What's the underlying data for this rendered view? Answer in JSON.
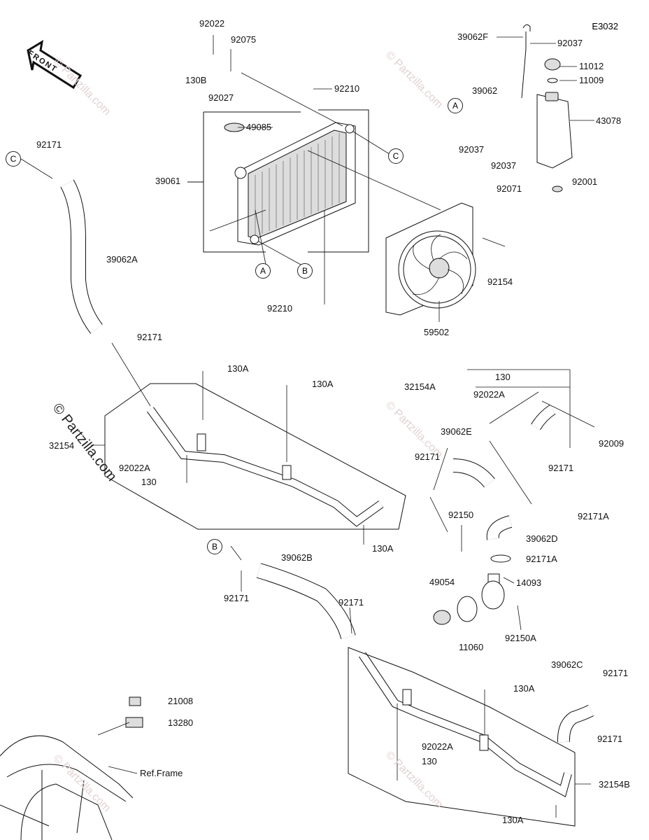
{
  "diagram_code": "E3032",
  "front_label": "FRONT",
  "ref_frame_label": "Ref.Frame",
  "watermark": "© Partzilla.com",
  "callouts": {
    "A1": "A",
    "B1": "B",
    "C1": "C",
    "C2": "C",
    "A2": "A",
    "B2": "B"
  },
  "parts": {
    "p92022": "92022",
    "p92075": "92075",
    "p130B": "130B",
    "p92027": "92027",
    "p92210a": "92210",
    "p49085": "49085",
    "p39061": "39061",
    "p92210b": "92210",
    "p59502": "59502",
    "p92154": "92154",
    "p39062F": "39062F",
    "p92037a": "92037",
    "p11012": "11012",
    "p11009": "11009",
    "p39062": "39062",
    "p43078": "43078",
    "p92037b": "92037",
    "p92037c": "92037",
    "p92071": "92071",
    "p92001": "92001",
    "p92171a": "92171",
    "p39062A": "39062A",
    "p92171b": "92171",
    "p130Aa": "130A",
    "p130Ab": "130A",
    "p32154": "32154",
    "p92022Aa": "92022A",
    "p130a": "130",
    "p130Ac": "130A",
    "p32154A": "32154A",
    "p130b": "130",
    "p92022Ab": "92022A",
    "p39062E": "39062E",
    "p92009": "92009",
    "p92171c": "92171",
    "p92171d": "92171",
    "p92171A1": "92171A",
    "p92150": "92150",
    "p39062D": "39062D",
    "p92171A2": "92171A",
    "p49054": "49054",
    "p14093": "14093",
    "p11060": "11060",
    "p92150A": "92150A",
    "p39062B": "39062B",
    "p92171e": "92171",
    "p92171f": "92171",
    "p39062C": "39062C",
    "p92171g": "92171",
    "p92171h": "92171",
    "p130Ad": "130A",
    "p21008": "21008",
    "p13280": "13280",
    "p92022Ac": "92022A",
    "p130c": "130",
    "p32154B": "32154B",
    "p130Ae": "130A"
  }
}
